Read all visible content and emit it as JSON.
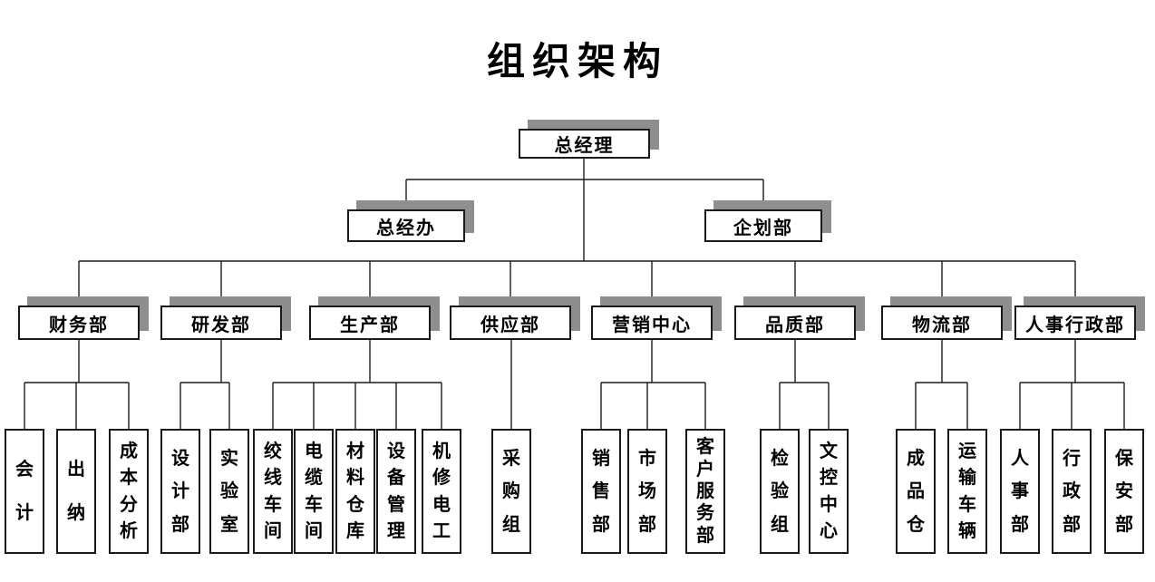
{
  "title": "组织架构",
  "org": {
    "root": {
      "label": "总经理"
    },
    "staff": [
      {
        "label": "总经办"
      },
      {
        "label": "企划部"
      }
    ],
    "departments": [
      {
        "label": "财务部",
        "children": [
          "会计",
          "出纳",
          "成本分析"
        ]
      },
      {
        "label": "研发部",
        "children": [
          "设计部",
          "实验室"
        ]
      },
      {
        "label": "生产部",
        "children": [
          "绞线车间",
          "电缆车间",
          "材料仓库",
          "设备管理",
          "机修电工"
        ]
      },
      {
        "label": "供应部",
        "children": [
          "采购组"
        ]
      },
      {
        "label": "营销中心",
        "children": [
          "销售部",
          "市场部",
          "客户服务部"
        ]
      },
      {
        "label": "品质部",
        "children": [
          "检验组",
          "文控中心"
        ]
      },
      {
        "label": "物流部",
        "children": [
          "成品仓",
          "运输车辆"
        ]
      },
      {
        "label": "人事行政部",
        "children": [
          "人事部",
          "行政部",
          "保安部"
        ]
      }
    ]
  },
  "colors": {
    "background": "#ffffff",
    "box_fill": "#ffffff",
    "box_border": "#1a1a1a",
    "box_shadow": "#8e8e8e",
    "connector": "#1c1c1c",
    "text": "#000000"
  }
}
